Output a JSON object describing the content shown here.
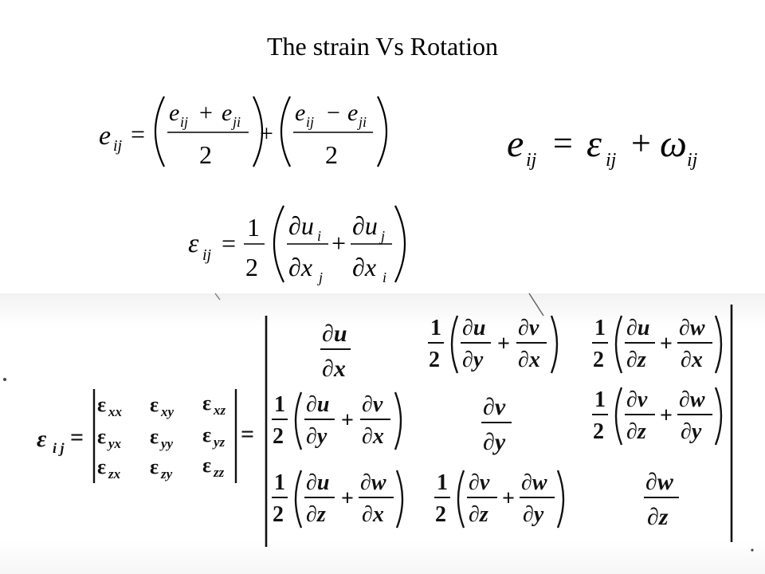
{
  "slide": {
    "title": "The strain Vs Rotation"
  },
  "equations": {
    "decomposition": {
      "lhs": "e",
      "lhs_sub": "ij",
      "eq": "=",
      "frac1_num_a": "e",
      "frac1_num_a_sub": "ij",
      "frac1_op": "+",
      "frac1_num_b": "e",
      "frac1_num_b_sub": "ji",
      "frac1_den": "2",
      "mid_op": "+",
      "frac2_num_a": "e",
      "frac2_num_a_sub": "ij",
      "frac2_op": "−",
      "frac2_num_b": "e",
      "frac2_num_b_sub": "ji",
      "frac2_den": "2"
    },
    "summary": {
      "lhs": "e",
      "lhs_sub": "ij",
      "eq": "=",
      "t1": "ε",
      "t1_sub": "ij",
      "op": "+",
      "t2": "ω",
      "t2_sub": "ij"
    },
    "strain_def": {
      "lhs": "ε",
      "lhs_sub": "ij",
      "eq": "=",
      "half_num": "1",
      "half_den": "2",
      "f1_num": "∂u",
      "f1_num_sub": "i",
      "f1_den": "∂x",
      "f1_den_sub": "j",
      "op": "+",
      "f2_num": "∂u",
      "f2_num_sub": "j",
      "f2_den": "∂x",
      "f2_den_sub": "i"
    },
    "tensor": {
      "lhs": "ε",
      "lhs_sub": "i j",
      "eq1": "=",
      "eq2": "=",
      "entries": [
        [
          "ε",
          "xx",
          "ε",
          "xy",
          "ε",
          "xz"
        ],
        [
          "ε",
          "yx",
          "ε",
          "yy",
          "ε",
          "yz"
        ],
        [
          "ε",
          "zx",
          "ε",
          "zy",
          "ε",
          "zz"
        ]
      ],
      "half_num": "1",
      "half_den": "2",
      "plus": "+",
      "d_u": "∂u",
      "d_v": "∂v",
      "d_w": "∂w",
      "d_x": "∂x",
      "d_y": "∂y",
      "d_z": "∂z"
    }
  }
}
